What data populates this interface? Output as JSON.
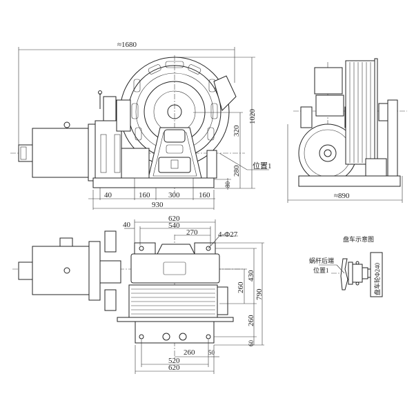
{
  "front_view": {
    "dim_overall_length": "≈1680",
    "dim_height_total": "1020",
    "dim_center_to_top_ref": "320",
    "dim_center_height": "280",
    "dim_base_height": "80",
    "dim_left_offset": "40",
    "dim_foot_left": "160",
    "dim_foot_mid": "300",
    "dim_foot_right": "160",
    "dim_base_length": "930",
    "position_label": "位置1"
  },
  "side_view": {
    "dim_width": "≈890"
  },
  "plan_view": {
    "dim_width_620_top": "620",
    "dim_hole_spacing_540": "540",
    "dim_offset_40": "40",
    "dim_half_270": "270",
    "hole_callout": "4-Φ27",
    "dim_430": "430",
    "dim_260_upper": "260",
    "dim_790": "790",
    "dim_260_lower": "260",
    "dim_60": "60",
    "dim_260_bottom": "260",
    "dim_50": "50",
    "dim_520": "520",
    "dim_620_bottom": "620"
  },
  "detail_view": {
    "title": "盘车示意图",
    "worm_end_label": "蜗杆后端",
    "position_label": "位置1",
    "handwheel_label": "盘车轮Φ240"
  }
}
